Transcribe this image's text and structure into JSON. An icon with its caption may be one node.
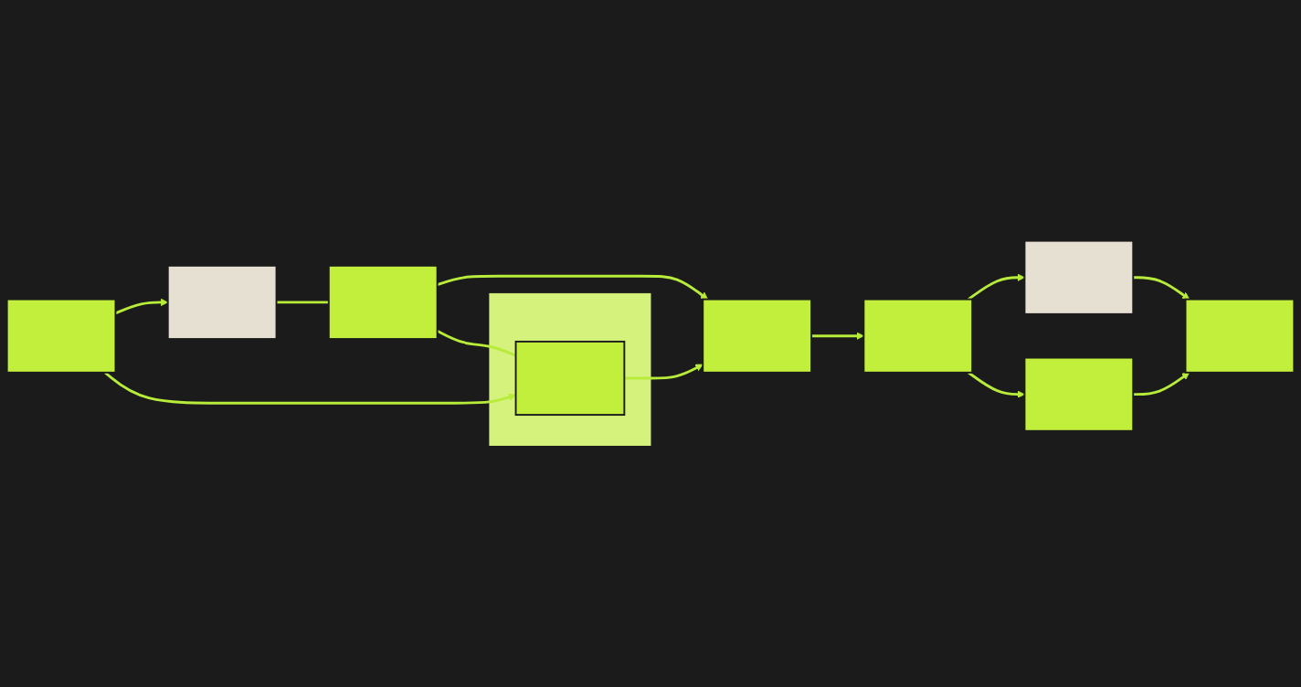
{
  "diagram": {
    "nodes": [
      {
        "text": [],
        "shape": "box"
      },
      {
        "text": [],
        "shape": "box"
      },
      {
        "text": [],
        "shape": "box"
      },
      {
        "text": [],
        "shape": "box"
      },
      {
        "text": [],
        "shape": "box",
        "in": 3
      },
      {
        "text": [],
        "shape": "box"
      },
      {
        "text": [],
        "shape": "box"
      },
      {
        "text": [],
        "shape": "box"
      },
      {
        "text": [],
        "shape": "box"
      },
      {
        "text": [],
        "shape": "box"
      }
    ],
    "edges": [
      {
        "from": 0,
        "to": 1,
        "arrow": "to"
      },
      {
        "from": 1,
        "to": 2,
        "arrow": "none"
      },
      {
        "from": 2,
        "to": 5,
        "arrow": "to"
      },
      {
        "from": 2,
        "to": 4,
        "arrow": "none"
      },
      {
        "from": 0,
        "to": 4,
        "arrow": "to"
      },
      {
        "from": 4,
        "to": 5,
        "arrow": "to"
      },
      {
        "from": 5,
        "to": 6,
        "arrow": "to"
      },
      {
        "from": 6,
        "to": 7,
        "arrow": "to"
      },
      {
        "from": 7,
        "to": 9,
        "arrow": "to"
      },
      {
        "from": 6,
        "to": 8,
        "arrow": "to"
      },
      {
        "from": 8,
        "to": 9,
        "arrow": "to"
      }
    ]
  }
}
